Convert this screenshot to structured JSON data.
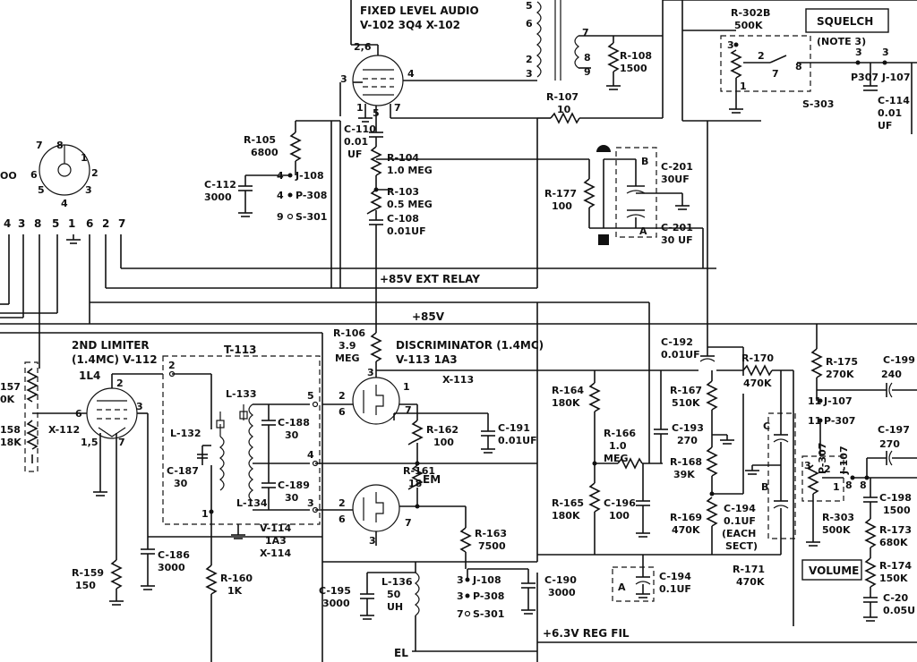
{
  "title": {
    "line1": "FIXED LEVEL AUDIO",
    "line2": "V-102   3Q4   X-102"
  },
  "labels": {
    "squelch": "SQUELCH",
    "note3": "(NOTE 3)",
    "volume": "VOLUME",
    "bus_85v_ext": "+85V EXT RELAY",
    "bus_85v": "+85V",
    "bus_63v": "+6.3V REG FIL",
    "el": "EL",
    "em": "EM",
    "limiter1": "2ND LIMITER",
    "limiter2": "(1.4MC)  V-112",
    "limiter_tube": "1L4",
    "limiter_x": "X-112",
    "disc1": "DISCRIMINATOR (1.4MC)",
    "disc2": "V-113    1A3",
    "disc_x": "X-113",
    "v114_1": "V-114",
    "v114_2": "1A3",
    "v114_3": "X-114",
    "t113": "T-113"
  },
  "components": {
    "r302b": [
      "R-302B",
      "500K"
    ],
    "r108": [
      "R-108",
      "1500"
    ],
    "r107": [
      "R-107",
      "10"
    ],
    "r105": [
      "R-105",
      "6800"
    ],
    "r104": [
      "R-104",
      "1.0 MEG"
    ],
    "r103": [
      "R-103",
      "0.5 MEG"
    ],
    "r177": [
      "R-177",
      "100"
    ],
    "r106": [
      "R-106",
      "3.9",
      "MEG"
    ],
    "r164": [
      "R-164",
      "180K"
    ],
    "r165": [
      "R-165",
      "180K"
    ],
    "r166": [
      "R-166",
      "1.0",
      "MEG"
    ],
    "r167": [
      "R-167",
      "510K"
    ],
    "r168": [
      "R-168",
      "39K"
    ],
    "r169": [
      "R-169",
      "470K"
    ],
    "r170": [
      "R-170",
      "470K"
    ],
    "r171": [
      "R-171",
      "470K"
    ],
    "r175": [
      "R-175",
      "270K"
    ],
    "r162": [
      "R-162",
      "100"
    ],
    "r161": [
      "R-161",
      "18"
    ],
    "r163": [
      "R-163",
      "7500"
    ],
    "r159": [
      "R-159",
      "150"
    ],
    "r160": [
      "R-160",
      "1K"
    ],
    "r157": [
      "157",
      "0K"
    ],
    "r158": [
      "158",
      "18K"
    ],
    "r303": [
      "R-303",
      "500K"
    ],
    "r173": [
      "R-173",
      "680K"
    ],
    "r174": [
      "R-174",
      "150K"
    ],
    "c110": [
      "C-110",
      "0.01",
      "UF"
    ],
    "c112": [
      "C-112",
      "3000"
    ],
    "c108": [
      "C-108",
      "0.01UF"
    ],
    "c201a": [
      "C-201",
      "30UF"
    ],
    "c201b": [
      "C-201",
      "30 UF"
    ],
    "c114": [
      "C-114",
      "0.01",
      "UF"
    ],
    "c192": [
      "C-192",
      "0.01UF"
    ],
    "c193": [
      "C-193",
      "270"
    ],
    "c194a": [
      "C-194",
      "0.1UF",
      "(EACH",
      "SECT)"
    ],
    "c194b": [
      "C-194",
      "0.1UF"
    ],
    "c199": [
      "C-199",
      "240"
    ],
    "c197": [
      "C-197",
      "270"
    ],
    "c198": [
      "C-198",
      "1500"
    ],
    "c20x": [
      "C-20",
      "0.05U"
    ],
    "c188": [
      "C-188",
      "30"
    ],
    "c189": [
      "C-189",
      "30"
    ],
    "c187": [
      "C-187",
      "30"
    ],
    "c186": [
      "C-186",
      "3000"
    ],
    "c191": [
      "C-191",
      "0.01UF"
    ],
    "c196": [
      "C-196",
      "100"
    ],
    "c195": [
      "C-195",
      "3000"
    ],
    "c190": [
      "C-190",
      "3000"
    ],
    "l133": "L-133",
    "l132": "L-132",
    "l134": "L-134",
    "l136": [
      "L-136",
      "50",
      "UH"
    ]
  },
  "connectors": {
    "j108_top": "J-108",
    "p308_top": "P-308",
    "s301_top": "S-301",
    "j108_bot": "J-108",
    "p308_bot": "P-308",
    "s301_bot": "S-301",
    "j107": "J-107",
    "p307": "P-307",
    "p307j107": "P307 J-107",
    "s303": "S-303",
    "p307v": "P-307",
    "j107v": "J-107"
  },
  "pin_row": [
    "4",
    "3",
    "8",
    "5",
    "1",
    "6",
    "2",
    "7"
  ],
  "socket_pins": [
    "7",
    "8",
    "1",
    "2",
    "3",
    "4",
    "5",
    "6"
  ],
  "misc": {
    "oo": "OO",
    "a": "A",
    "b": "B",
    "c": "C"
  }
}
